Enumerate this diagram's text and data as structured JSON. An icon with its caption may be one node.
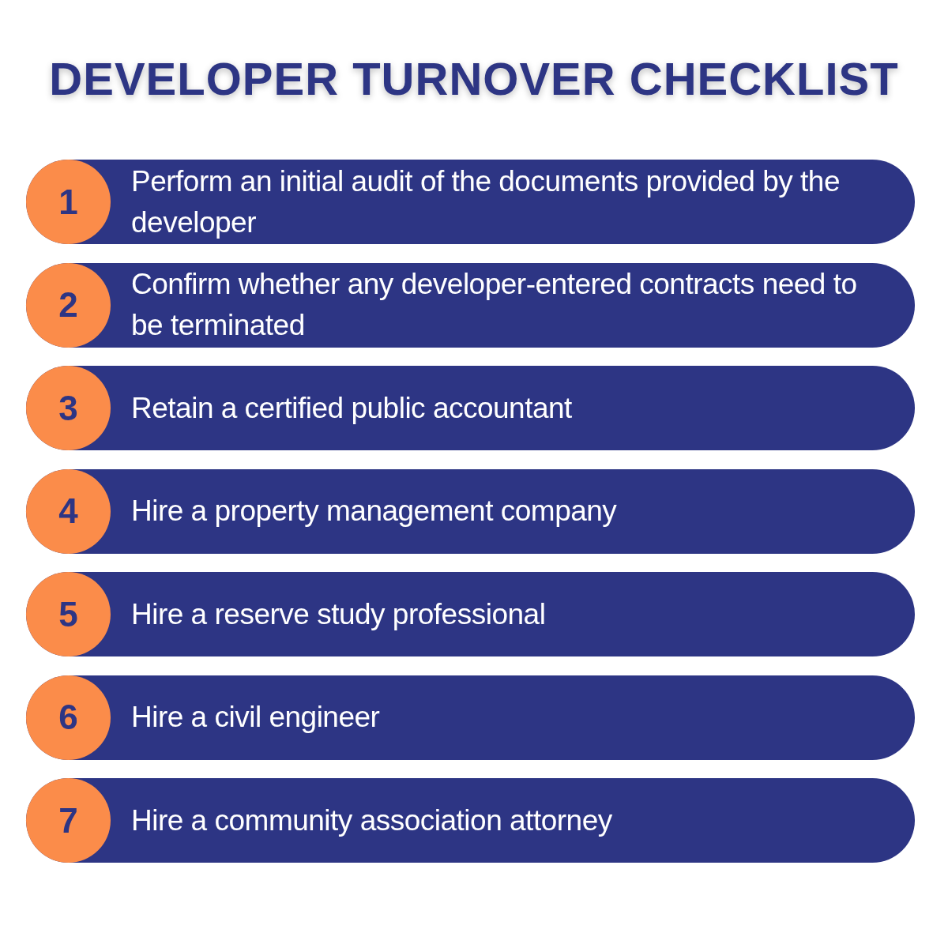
{
  "diagram": {
    "title": "DEVELOPER TURNOVER CHECKLIST",
    "nodes": [
      {
        "text": [
          "Perform an initial audit of the documents provided by the developer"
        ]
      },
      {
        "text": [
          "1"
        ],
        "in": 0
      },
      {
        "text": [
          "Confirm whether any developer-entered contracts need to be terminated"
        ]
      },
      {
        "text": [
          "2"
        ],
        "in": 2
      },
      {
        "text": [
          "Retain a certified public accountant"
        ]
      },
      {
        "text": [
          "3"
        ],
        "in": 4
      },
      {
        "text": [
          "Hire a property management company"
        ]
      },
      {
        "text": [
          "4"
        ],
        "in": 6
      },
      {
        "text": [
          "Hire a reserve study professional"
        ]
      },
      {
        "text": [
          "5"
        ],
        "in": 8
      },
      {
        "text": [
          "Hire a civil engineer"
        ]
      },
      {
        "text": [
          "6"
        ],
        "in": 10
      },
      {
        "text": [
          "Hire a community association attorney"
        ]
      },
      {
        "text": [
          "7"
        ],
        "in": 12
      }
    ]
  }
}
